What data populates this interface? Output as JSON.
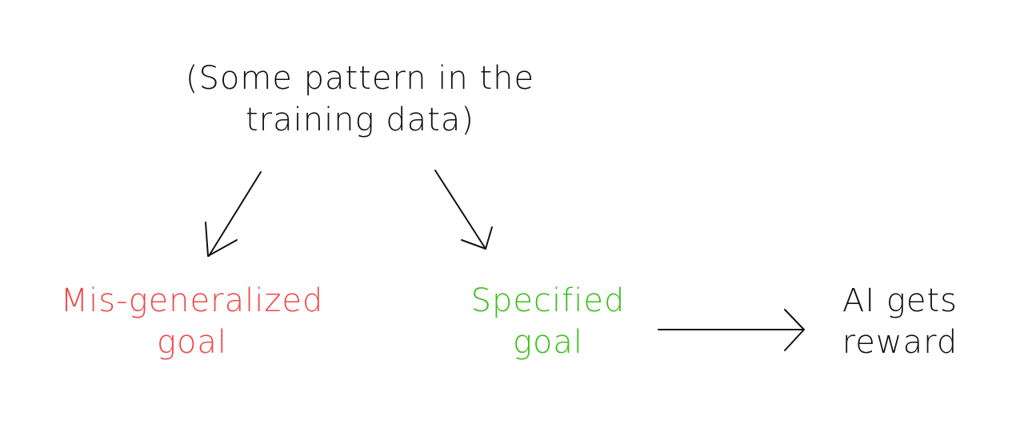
{
  "nodes": {
    "source": {
      "lines": [
        "(Some pattern in the",
        "training data)"
      ],
      "color": "#111111"
    },
    "misgeneralized_goal": {
      "lines": [
        "Mis-generalized",
        "goal"
      ],
      "color": "#f04848"
    },
    "specified_goal": {
      "lines": [
        "Specified",
        "goal"
      ],
      "color": "#3cbf1c"
    },
    "reward": {
      "lines": [
        "AI gets",
        "reward"
      ],
      "color": "#111111"
    }
  },
  "edges": [
    {
      "from": "source",
      "to": "misgeneralized_goal"
    },
    {
      "from": "source",
      "to": "specified_goal"
    },
    {
      "from": "specified_goal",
      "to": "reward"
    }
  ]
}
